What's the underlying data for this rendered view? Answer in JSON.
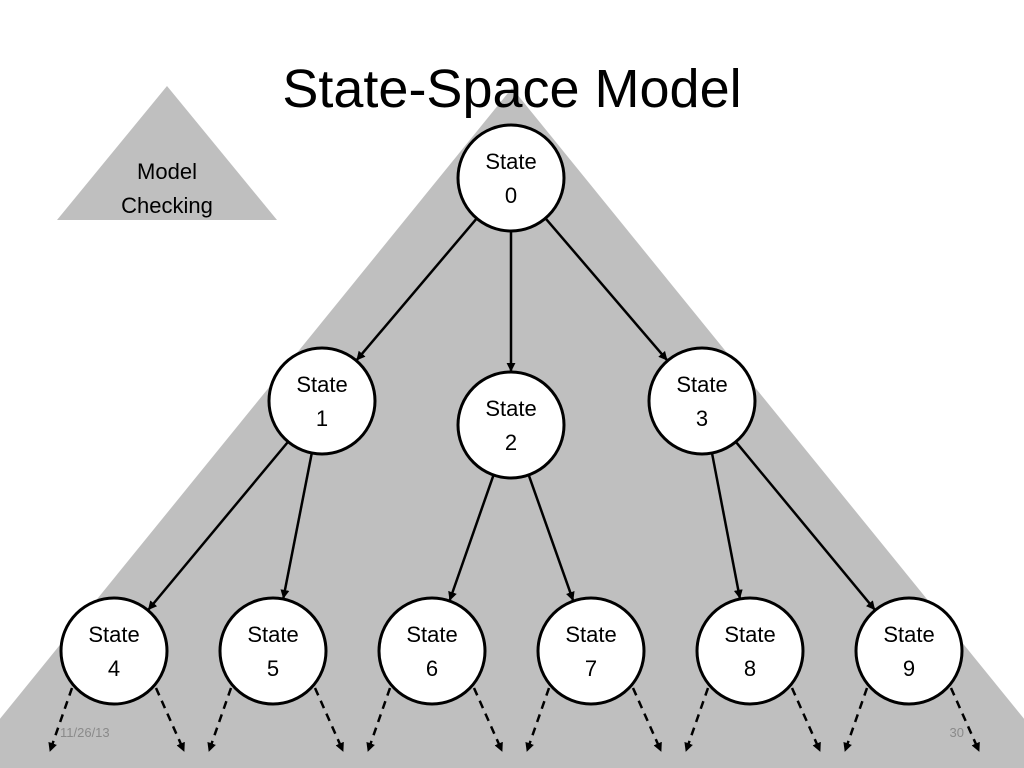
{
  "slide": {
    "title": "State-Space Model",
    "date": "11/26/13",
    "page_number": "30"
  },
  "legend": {
    "line1": "Model",
    "line2": "Checking"
  },
  "nodes": [
    {
      "id": "0",
      "line1": "State",
      "line2": "0"
    },
    {
      "id": "1",
      "line1": "State",
      "line2": "1"
    },
    {
      "id": "2",
      "line1": "State",
      "line2": "2"
    },
    {
      "id": "3",
      "line1": "State",
      "line2": "3"
    },
    {
      "id": "4",
      "line1": "State",
      "line2": "4"
    },
    {
      "id": "5",
      "line1": "State",
      "line2": "5"
    },
    {
      "id": "6",
      "line1": "State",
      "line2": "6"
    },
    {
      "id": "7",
      "line1": "State",
      "line2": "7"
    },
    {
      "id": "8",
      "line1": "State",
      "line2": "8"
    },
    {
      "id": "9",
      "line1": "State",
      "line2": "9"
    }
  ],
  "edges": [
    {
      "from": "0",
      "to": "1"
    },
    {
      "from": "0",
      "to": "2"
    },
    {
      "from": "0",
      "to": "3"
    },
    {
      "from": "1",
      "to": "4"
    },
    {
      "from": "1",
      "to": "5"
    },
    {
      "from": "2",
      "to": "6"
    },
    {
      "from": "2",
      "to": "7"
    },
    {
      "from": "3",
      "to": "8"
    },
    {
      "from": "3",
      "to": "9"
    }
  ],
  "colors": {
    "triangle_fill": "#bfbfbf",
    "node_fill": "#ffffff",
    "stroke": "#000000"
  }
}
